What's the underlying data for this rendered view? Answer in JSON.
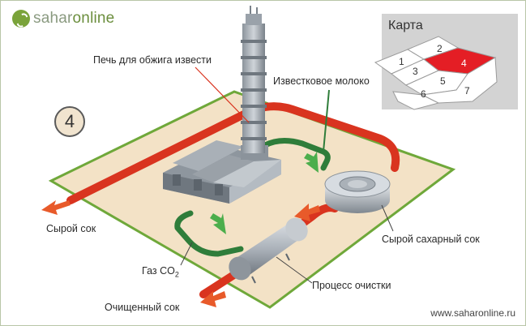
{
  "brand": {
    "name_part1": "sahar",
    "name_part2": "online"
  },
  "step_number": "4",
  "map": {
    "title": "Карта",
    "cells": [
      "1",
      "2",
      "3",
      "4",
      "5",
      "6",
      "7"
    ],
    "active_cell": "4"
  },
  "labels": {
    "lime_kiln": "Печь для обжига извести",
    "lime_milk": "Известковое молоко",
    "raw_juice": "Сырой сок",
    "raw_sugar_juice": "Сырой сахарный сок",
    "co2_gas": "Газ CO",
    "co2_sub": "2",
    "purification": "Процесс очистки",
    "purified_juice": "Очищенный сок"
  },
  "footer": {
    "url": "www.saharonline.ru"
  },
  "colors": {
    "pipe_red": "#d9341f",
    "pipe_green": "#2f7d3a",
    "platform": "#f3e2c6",
    "platform_border": "#6fa83a",
    "arrow_orange": "#e85a2a",
    "arrow_green": "#4cae4c",
    "map_active": "#e41e25"
  }
}
